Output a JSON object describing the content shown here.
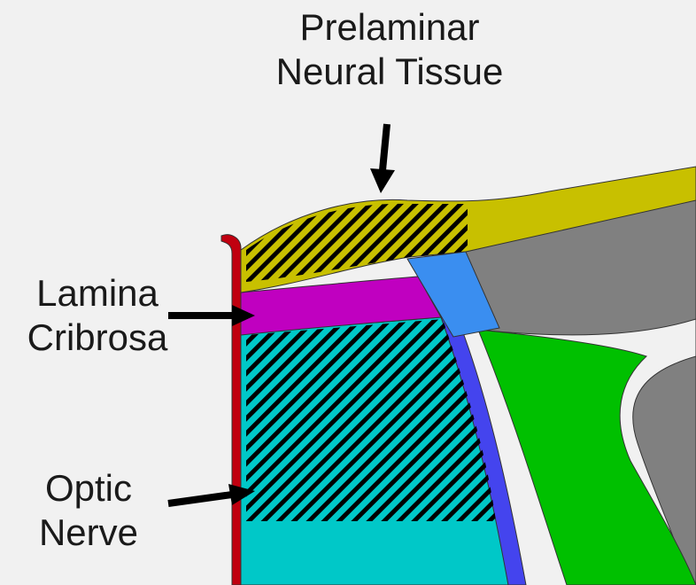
{
  "labels": {
    "prelaminar": {
      "line1": "Prelaminar",
      "line2": "Neural Tissue"
    },
    "lamina": {
      "line1": "Lamina",
      "line2": "Cribrosa"
    },
    "optic": {
      "line1": "Optic",
      "line2": "Nerve"
    }
  },
  "colors": {
    "background": "#f1f1f1",
    "prelaminar_tissue": "#c8c000",
    "lamina_cribrosa": "#c000c0",
    "optic_nerve": "#00c8c8",
    "pia_mater": "#c00010",
    "sclera_flange": "#3a8ef0",
    "subarachnoid_layer": "#4444ee",
    "sclera": "#808080",
    "dura_mater": "#00c000",
    "hatch": "#000000",
    "arrow": "#000000",
    "outline": "#333333"
  }
}
